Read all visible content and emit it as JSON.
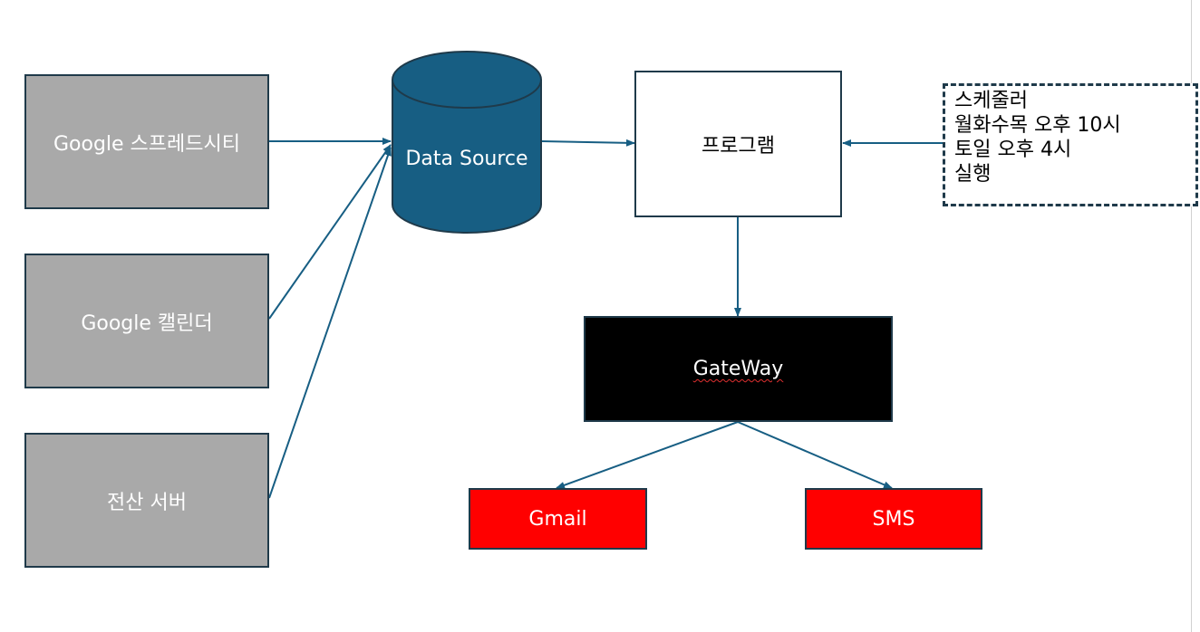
{
  "sources": [
    {
      "id": "google-sheets",
      "label": "Google 스프레드시티"
    },
    {
      "id": "google-calendar",
      "label": "Google 캘린더"
    },
    {
      "id": "server",
      "label": "전산 서버"
    }
  ],
  "datasource": {
    "label": "Data Source"
  },
  "program": {
    "label": "프로그램"
  },
  "scheduler": {
    "lines": [
      "스케줄러",
      "월화수목 오후 10시",
      "토일 오후 4시",
      "실행"
    ]
  },
  "gateway": {
    "label": "GateWay"
  },
  "outputs": [
    {
      "id": "gmail",
      "label": "Gmail"
    },
    {
      "id": "sms",
      "label": "SMS"
    }
  ],
  "colors": {
    "source_fill": "#a9a9a9",
    "datasource_fill": "#175e83",
    "connector": "#175e83",
    "gateway_fill": "#000000",
    "output_fill": "#ff0000"
  }
}
